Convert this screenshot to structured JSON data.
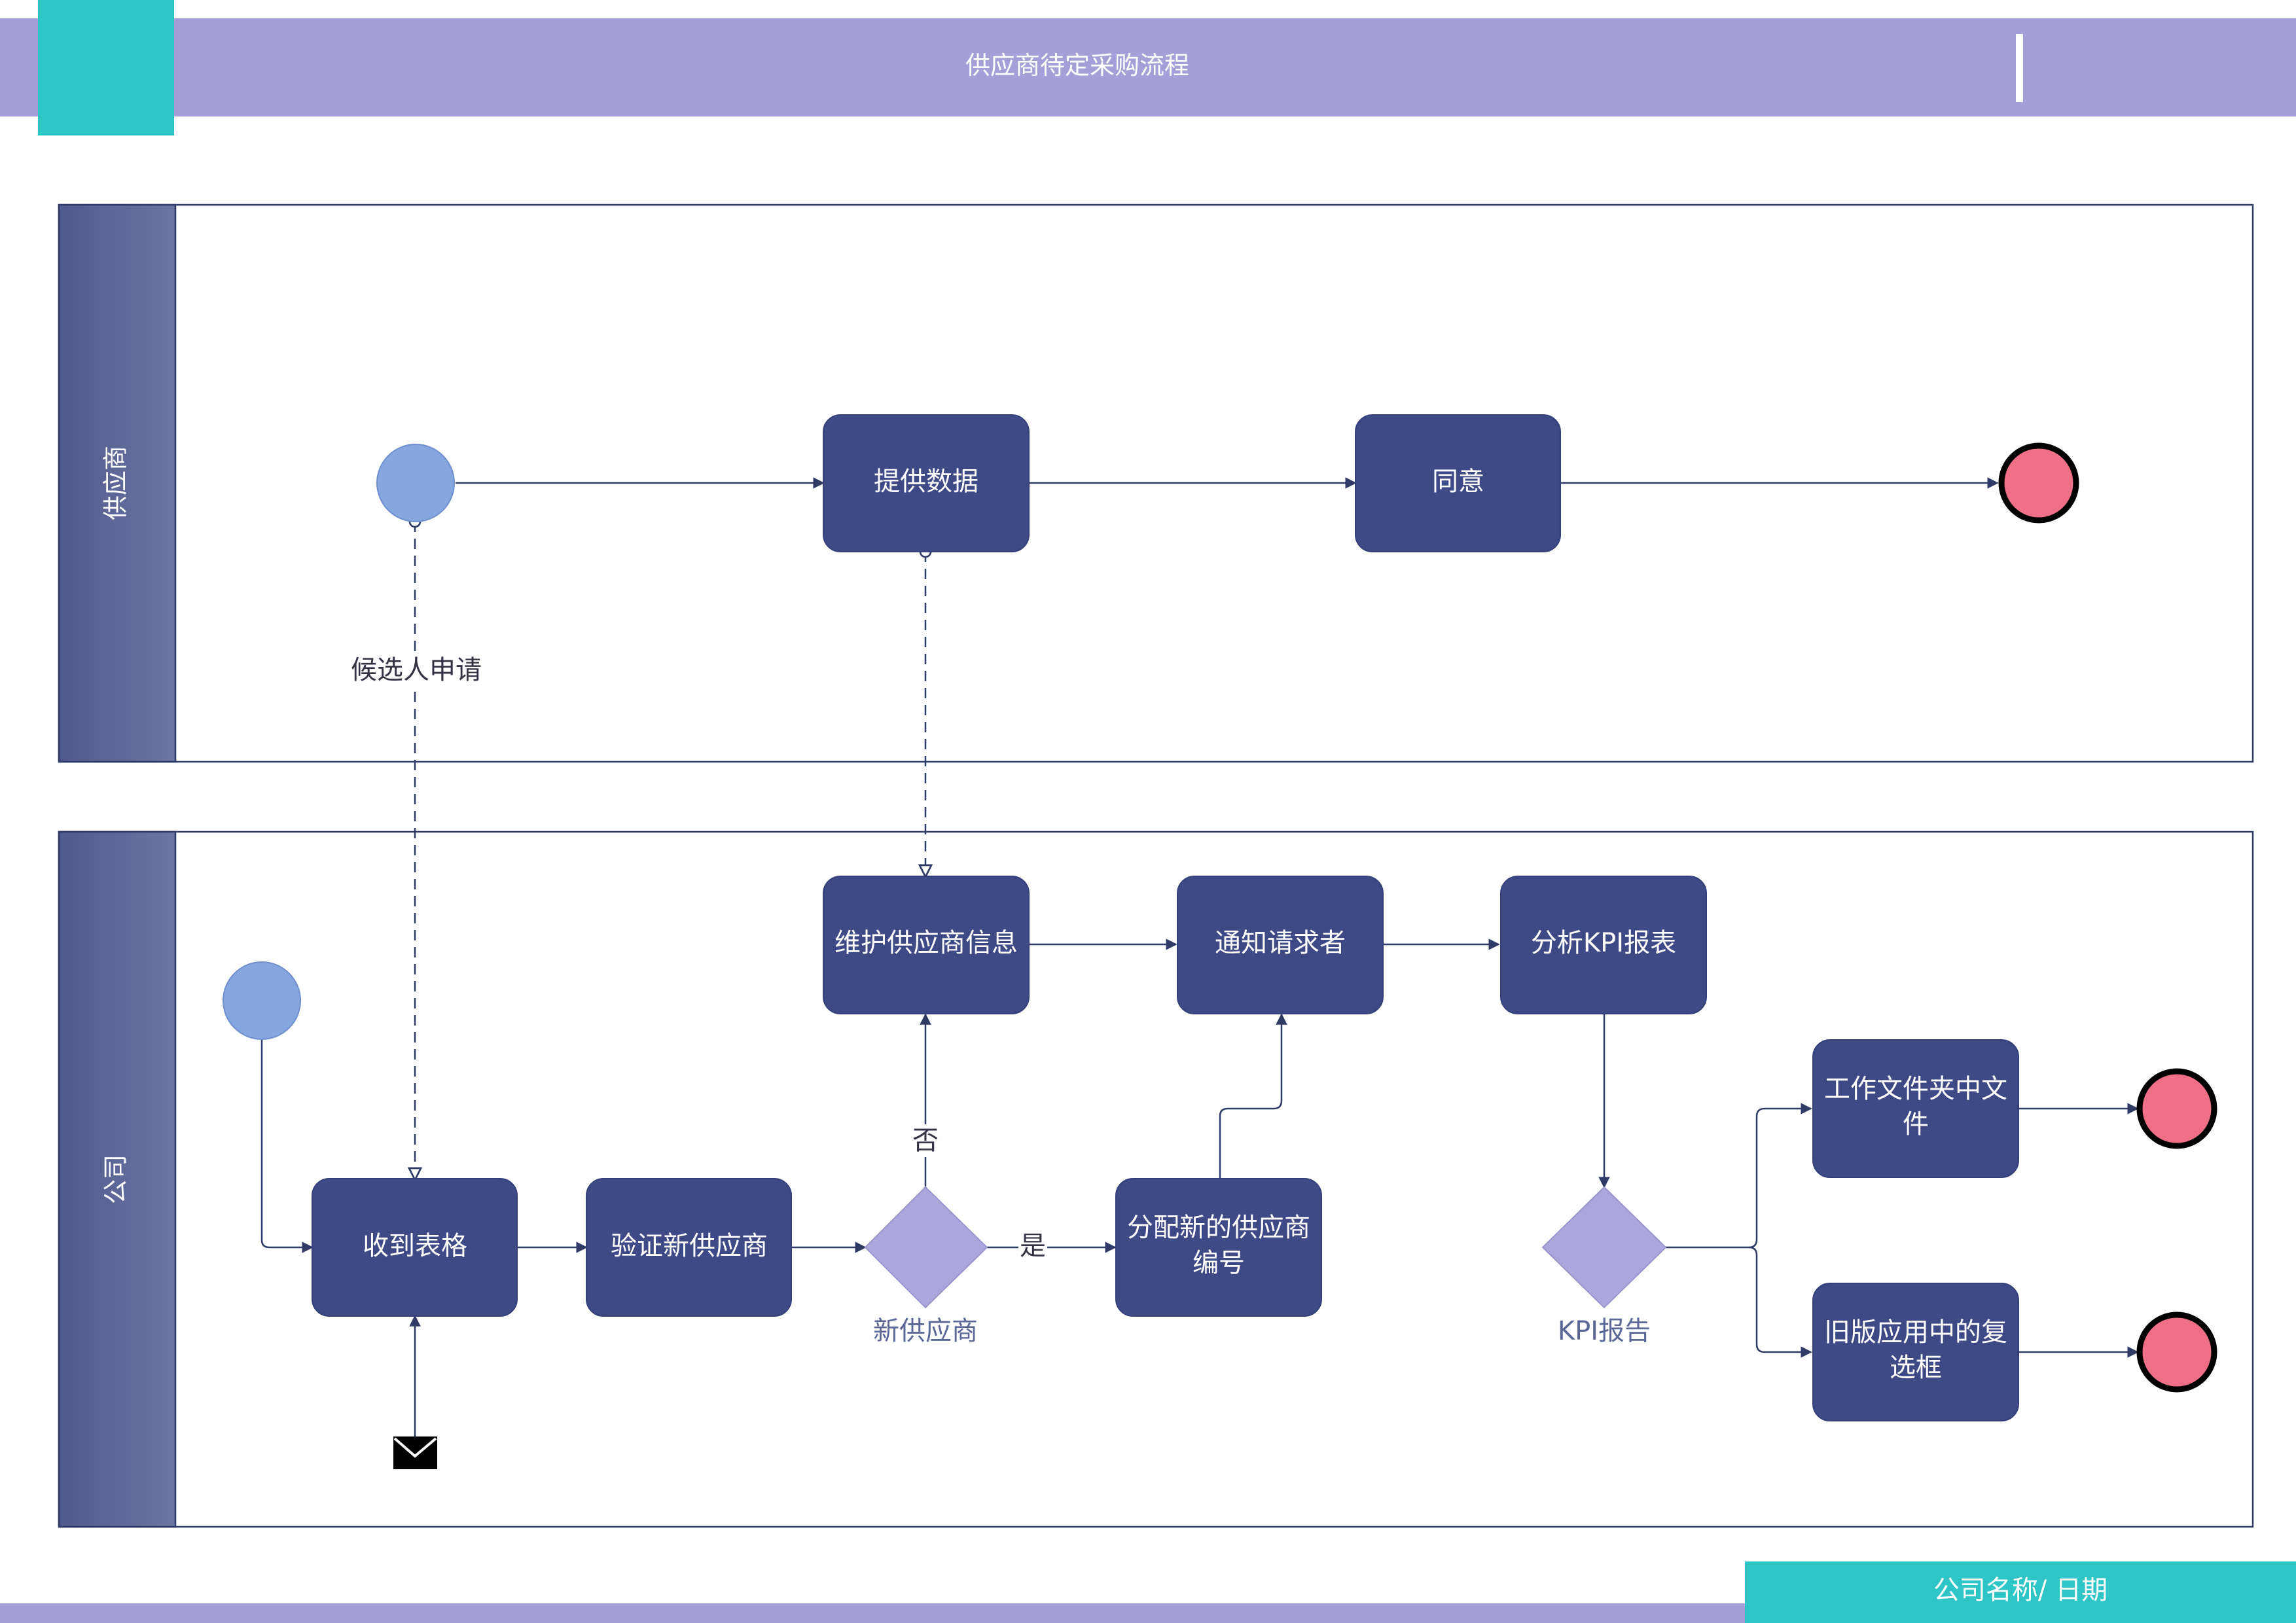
{
  "header": {
    "title": "供应商待定采购流程"
  },
  "footer": {
    "company_date": "公司名称/ 日期"
  },
  "lanes": {
    "supplier": "供应商",
    "company": "公司"
  },
  "tasks": {
    "provide_data": "提供数据",
    "agree": "同意",
    "maintain_info_1": "维护供应商信息",
    "notify_requester": "通知请求者",
    "analyze_kpi": "分析KPI报表",
    "receive_form": "收到表格",
    "verify_supplier": "验证新供应商",
    "assign_number_1": "分配新的供应商",
    "assign_number_2": "编号",
    "work_folder_1": "工作文件夹中文",
    "work_folder_2": "件",
    "legacy_checkbox_1": "旧版应用中的复",
    "legacy_checkbox_2": "选框"
  },
  "gateways": {
    "new_supplier": "新供应商",
    "kpi_report": "KPI报告"
  },
  "edge_labels": {
    "candidate_apply": "候选人申请",
    "no": "否",
    "yes": "是"
  },
  "colors": {
    "header_band": "#a49fd6",
    "accent_teal": "#2ec5c6",
    "task_fill": "#3e4a86",
    "start_event": "#86a6e0",
    "end_event": "#ee6f86",
    "gateway": "#aba6db",
    "lane_header": "#5d6796",
    "border": "#2f3a66"
  }
}
